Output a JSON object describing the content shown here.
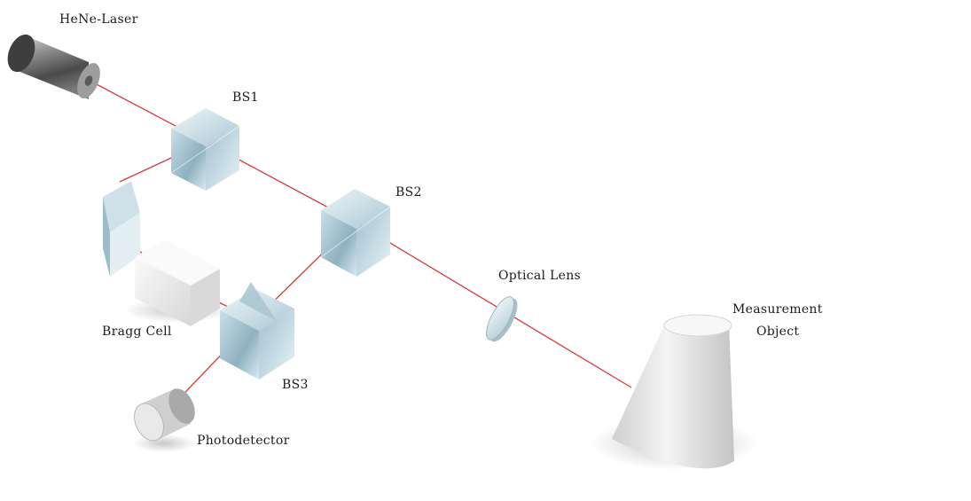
{
  "labels": {
    "laser": "HeNe-Laser",
    "bs1": "BS1",
    "bs2": "BS2",
    "bs3": "BS3",
    "bragg_cell": "Bragg Cell",
    "optical_lens": "Optical Lens",
    "photodetector": "Photodetector",
    "measurement_object_line1": "Measurement",
    "measurement_object_line2": "Object"
  },
  "colors": {
    "beam": "#d63a3a",
    "glass": "#bcd7e3",
    "metal": "#6f6f6f",
    "housing": "#e9e9e9"
  }
}
